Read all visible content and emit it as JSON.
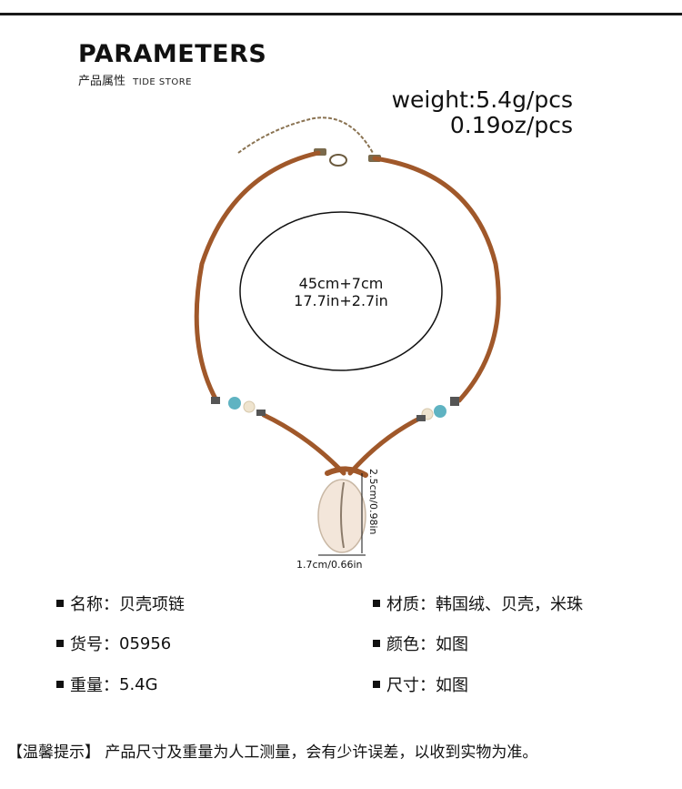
{
  "header": {
    "title": "PARAMETERS",
    "subtitle_cn": "产品属性",
    "subtitle_en": "TIDE STORE"
  },
  "weight": {
    "line1": "weight:5.4g/pcs",
    "line2": "0.19oz/pcs"
  },
  "dimensions": {
    "length_line1": "45cm+7cm",
    "length_line2": "17.7in+2.7in",
    "pendant_height": "2.5cm/0.98in",
    "pendant_width": "1.7cm/0.66in"
  },
  "specs": {
    "left": [
      {
        "label": "名称：",
        "value": "贝壳项链"
      },
      {
        "label": "货号：",
        "value": "05956"
      },
      {
        "label": "重量：",
        "value": "5.4G"
      }
    ],
    "right": [
      {
        "label": "材质：",
        "value": "韩国绒、贝壳，米珠"
      },
      {
        "label": "颜色：",
        "value": "如图"
      },
      {
        "label": "尺寸：",
        "value": "如图"
      }
    ]
  },
  "note": "【温馨提示】 产品尺寸及重量为人工测量，会有少许误差，以收到实物为准。",
  "colors": {
    "cord": "#a0582a",
    "bead_blue": "#5fb3c2",
    "bead_cream": "#efe4cf",
    "shell": "#f3e6da",
    "chain": "#8a7352"
  }
}
